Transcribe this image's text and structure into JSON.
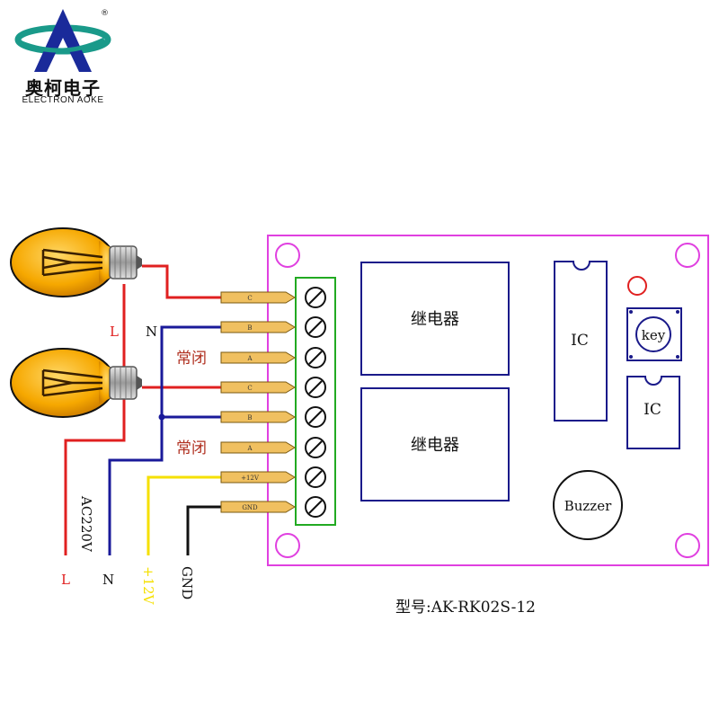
{
  "logo": {
    "name_cn": "奥柯电子",
    "name_en": "ELECTRON  AOKE",
    "registered_mark": "®"
  },
  "wires": {
    "left_L": "L",
    "left_N": "N",
    "ac_label": "AC220V",
    "bottom_L": "L",
    "bottom_N": "N",
    "bottom_12v": "+12V",
    "bottom_gnd": "GND"
  },
  "nc_labels": [
    "常闭",
    "常闭"
  ],
  "terminals": [
    "C",
    "B",
    "A",
    "C",
    "B",
    "A",
    "+12V",
    "GND"
  ],
  "board": {
    "relay_1": "继电器",
    "relay_2": "继电器",
    "ic_1": "IC",
    "ic_2": "IC",
    "key": "key",
    "buzzer": "Buzzer"
  },
  "model": "型号:AK-RK02S-12",
  "colors": {
    "live": "#e02020",
    "neutral": "#1a1a9a",
    "plus12v": "#f5e000",
    "ground": "#111111",
    "board_outline": "#e040e0",
    "terminal_block": "#22aa22",
    "relay_outline": "#1a1a8a",
    "pin_fill": "#f0c060",
    "bulb_glass": "#f6a800",
    "logo_teal": "#1a9a8a",
    "logo_blue": "#1a2a9a"
  }
}
